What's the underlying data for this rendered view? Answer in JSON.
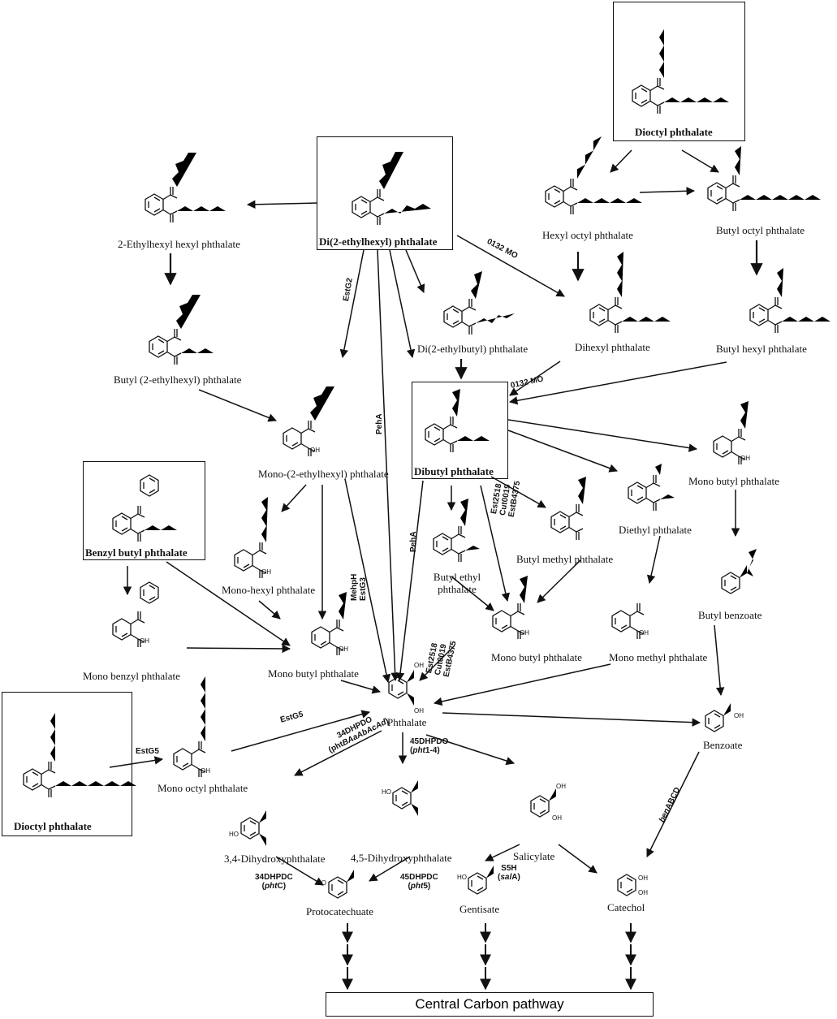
{
  "compounds": {
    "dehp": "Di(2-ethylhexyl) phthalate",
    "dop_top": "Dioctyl phthalate",
    "dop_bottom": "Dioctyl phthalate",
    "bbp": "Benzyl butyl phthalate",
    "dbp": "Dibutyl phthalate",
    "ethylhexyl_hexyl": "2-Ethylhexyl hexyl phthalate",
    "butyl_ethylhexyl": "Butyl (2-ethylhexyl) phthalate",
    "mono_ethylhexyl": "Mono-(2-ethylhexyl) phthalate",
    "di_ethylbutyl": "Di(2-ethylbutyl) phthalate",
    "hexyl_octyl": "Hexyl octyl phthalate",
    "butyl_octyl": "Butyl octyl phthalate",
    "dihexyl": "Dihexyl phthalate",
    "butyl_hexyl": "Butyl hexyl phthalate",
    "mono_butyl_right": "Mono butyl phthalate",
    "diethyl": "Diethyl phthalate",
    "butyl_methyl": "Butyl methyl phthalate",
    "butyl_ethyl": "Butyl ethyl phthalate",
    "mono_hexyl": "Mono-hexyl phthalate",
    "mono_benzyl": "Mono benzyl phthalate",
    "mono_butyl_left": "Mono butyl phthalate",
    "mono_butyl_center": "Mono butyl phthalate",
    "mono_methyl": "Mono methyl phthalate",
    "butyl_benzoate": "Butyl benzoate",
    "phthalate": "Phthalate",
    "benzoate": "Benzoate",
    "mono_octyl": "Mono octyl phthalate",
    "dhp34": "3,4-Dihydroxyphthalate",
    "dhp45": "4,5-Dihydroxyphthalate",
    "salicylate": "Salicylate",
    "protocatechuate": "Protocatechuate",
    "gentisate": "Gentisate",
    "catechol": "Catechol"
  },
  "enzymes": {
    "estg2": "EstG2",
    "mo0132_a": "0132 MO",
    "mo0132_b": "0132 MO",
    "peha_a": "PehA",
    "peha_b": "PehA",
    "mehph": "MehpH",
    "estg3": "EstG3",
    "est2518_a": "Est2518",
    "cut0019_a": "Cut0019",
    "estb4375_a": "EstB4375",
    "est2518_b": "Est2518",
    "cut0019_b": "Cut0019",
    "estb4375_b": "EstB4375",
    "estg5_a": "EstG5",
    "estg5_b": "EstG5",
    "dhpdo34": "34DHPDO",
    "dhpdo34_gene_pre": "(pht",
    "dhpdo34_gene_it": "BAaAbAcAd",
    "dhpdo34_gene_post": ")",
    "dhpdo45": "45DHPDO",
    "dhpdo45_gene_pre": "(",
    "dhpdo45_gene_it": "pht",
    "dhpdo45_gene_post": "1-4)",
    "dhpdc34": "34DHPDC",
    "dhpdc34_gene_pre": "(",
    "dhpdc34_gene_it": "pht",
    "dhpdc34_gene_post": "C)",
    "dhpdc45": "45DHPDC",
    "dhpdc45_gene_pre": "(",
    "dhpdc45_gene_it": "pht",
    "dhpdc45_gene_post": "5)",
    "s5h": "S5H",
    "s5h_gene_pre": "(",
    "s5h_gene_it": "sal",
    "s5h_gene_post": "A)",
    "ben_it": "ben",
    "ben_post": "ABCD"
  },
  "atoms": {
    "o": "O",
    "oh": "OH",
    "ho": "HO"
  },
  "central_pathway": "Central Carbon pathway"
}
